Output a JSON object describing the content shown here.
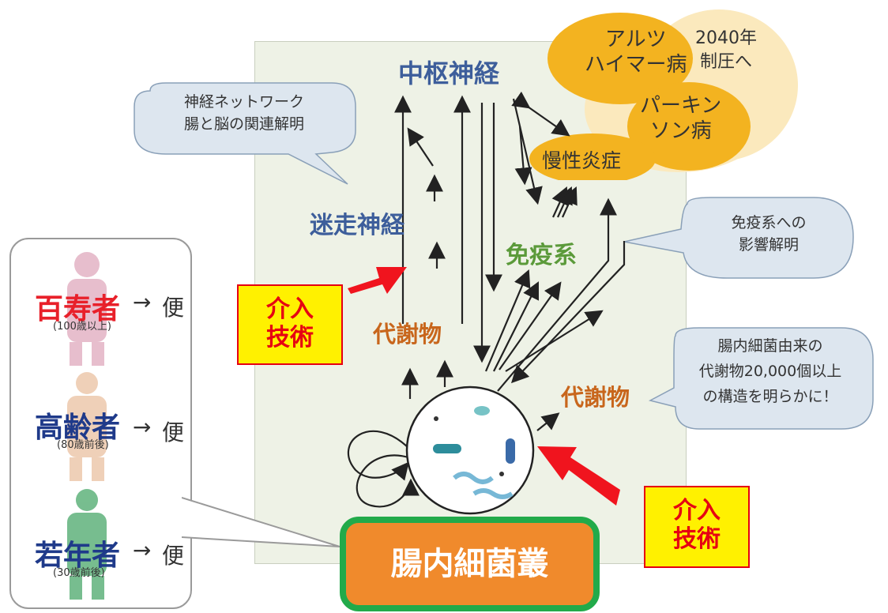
{
  "nodes": {
    "cns": "中枢神経",
    "vagus": "迷走神経",
    "immune": "免疫系",
    "metabolite_left": "代謝物",
    "metabolite_right": "代謝物",
    "gut_flora": "腸内細菌叢"
  },
  "diseases": {
    "alzheimers": [
      "アルツ",
      "ハイマー病"
    ],
    "parkinsons": [
      "パーキン",
      "ソン病"
    ],
    "inflammation": "慢性炎症",
    "target": [
      "2040年",
      "制圧へ"
    ]
  },
  "bubbles": {
    "network": [
      "神経ネットワーク",
      "腸と脳の関連解明"
    ],
    "immune_effect": [
      "免疫系への",
      "影響解明"
    ],
    "metabolite_structure": [
      "腸内細菌由来の",
      "代謝物20,000個以上",
      "の構造を明らかに！"
    ]
  },
  "intervention": {
    "left": [
      "介入",
      "技術"
    ],
    "right": [
      "介入",
      "技術"
    ]
  },
  "people": [
    {
      "name": "百寿者",
      "age": "(100歳以上)",
      "arrow": "→",
      "stool": "便",
      "color": "#e8202a"
    },
    {
      "name": "高齢者",
      "age": "(80歳前後)",
      "arrow": "→",
      "stool": "便",
      "color": "#1f3a8a"
    },
    {
      "name": "若年者",
      "age": "(30歳前後)",
      "arrow": "→",
      "stool": "便",
      "color": "#1f3a8a"
    }
  ],
  "colors": {
    "panel": "#eef2e6",
    "bubble": "#dde6ef",
    "disease": "#f3b320",
    "red_arrow": "#f0141e",
    "gut_box": "#f08a2c",
    "gut_border": "#22aa4a"
  }
}
